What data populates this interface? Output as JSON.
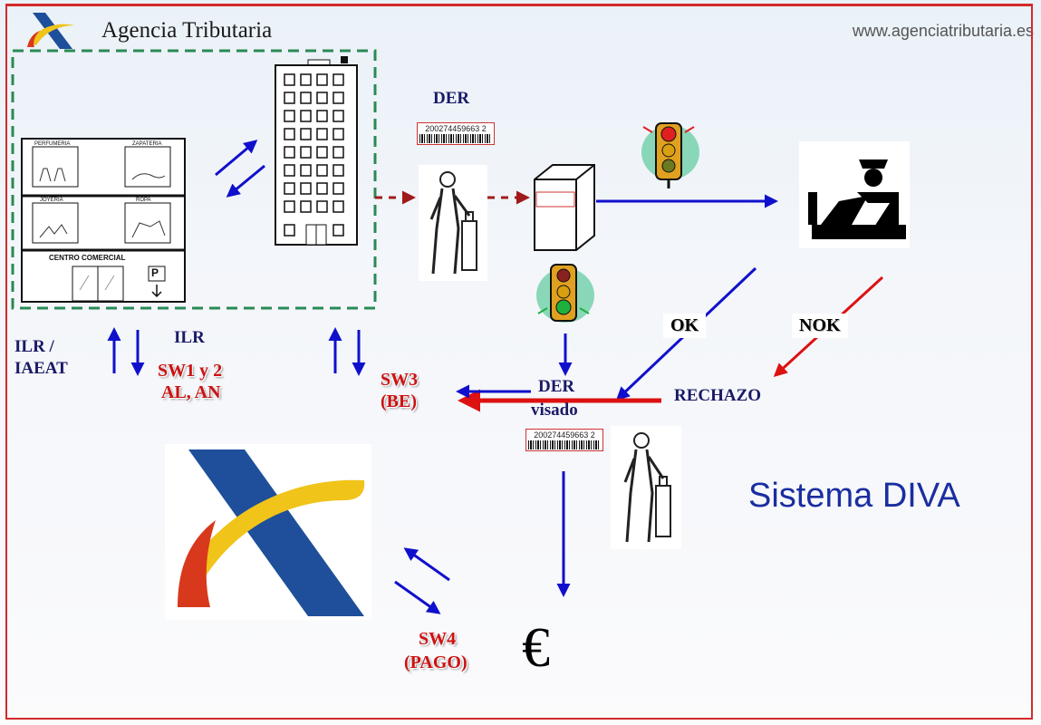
{
  "header": {
    "brand": "Agencia Tributaria",
    "url": "www.agenciatributaria.es"
  },
  "mall": {
    "shops": [
      "PERFUMERIA",
      "ZAPATERIA",
      "JOYERIA",
      "ROPA"
    ],
    "name": "CENTRO COMERCIAL",
    "parking": "P"
  },
  "labels": {
    "der_top": "DER",
    "der_code": "200274459663 2",
    "ilr_iaeat_line1": "ILR /",
    "ilr_iaeat_line2": "IAEAT",
    "ilr": "ILR",
    "sw12_line1": "SW1 y 2",
    "sw12_line2": "AL, AN",
    "sw3_line1": "SW3",
    "sw3_line2": "(BE)",
    "ok": "OK",
    "nok": "NOK",
    "der_visado_line1": "DER",
    "der_visado_line2": "visado",
    "rechazo": "RECHAZO",
    "sw4_line1": "SW4",
    "sw4_line2": "(PAGO)",
    "euro": "€",
    "sistema": "Sistema DIVA"
  },
  "colors": {
    "frame": "#d22a2a",
    "arrow_blue": "#1010cc",
    "arrow_red": "#dd1111",
    "dashed_green": "#2a8a55",
    "brand_blue": "#1f4f9a",
    "brand_yellow": "#f0c419",
    "brand_red": "#d8381c"
  }
}
